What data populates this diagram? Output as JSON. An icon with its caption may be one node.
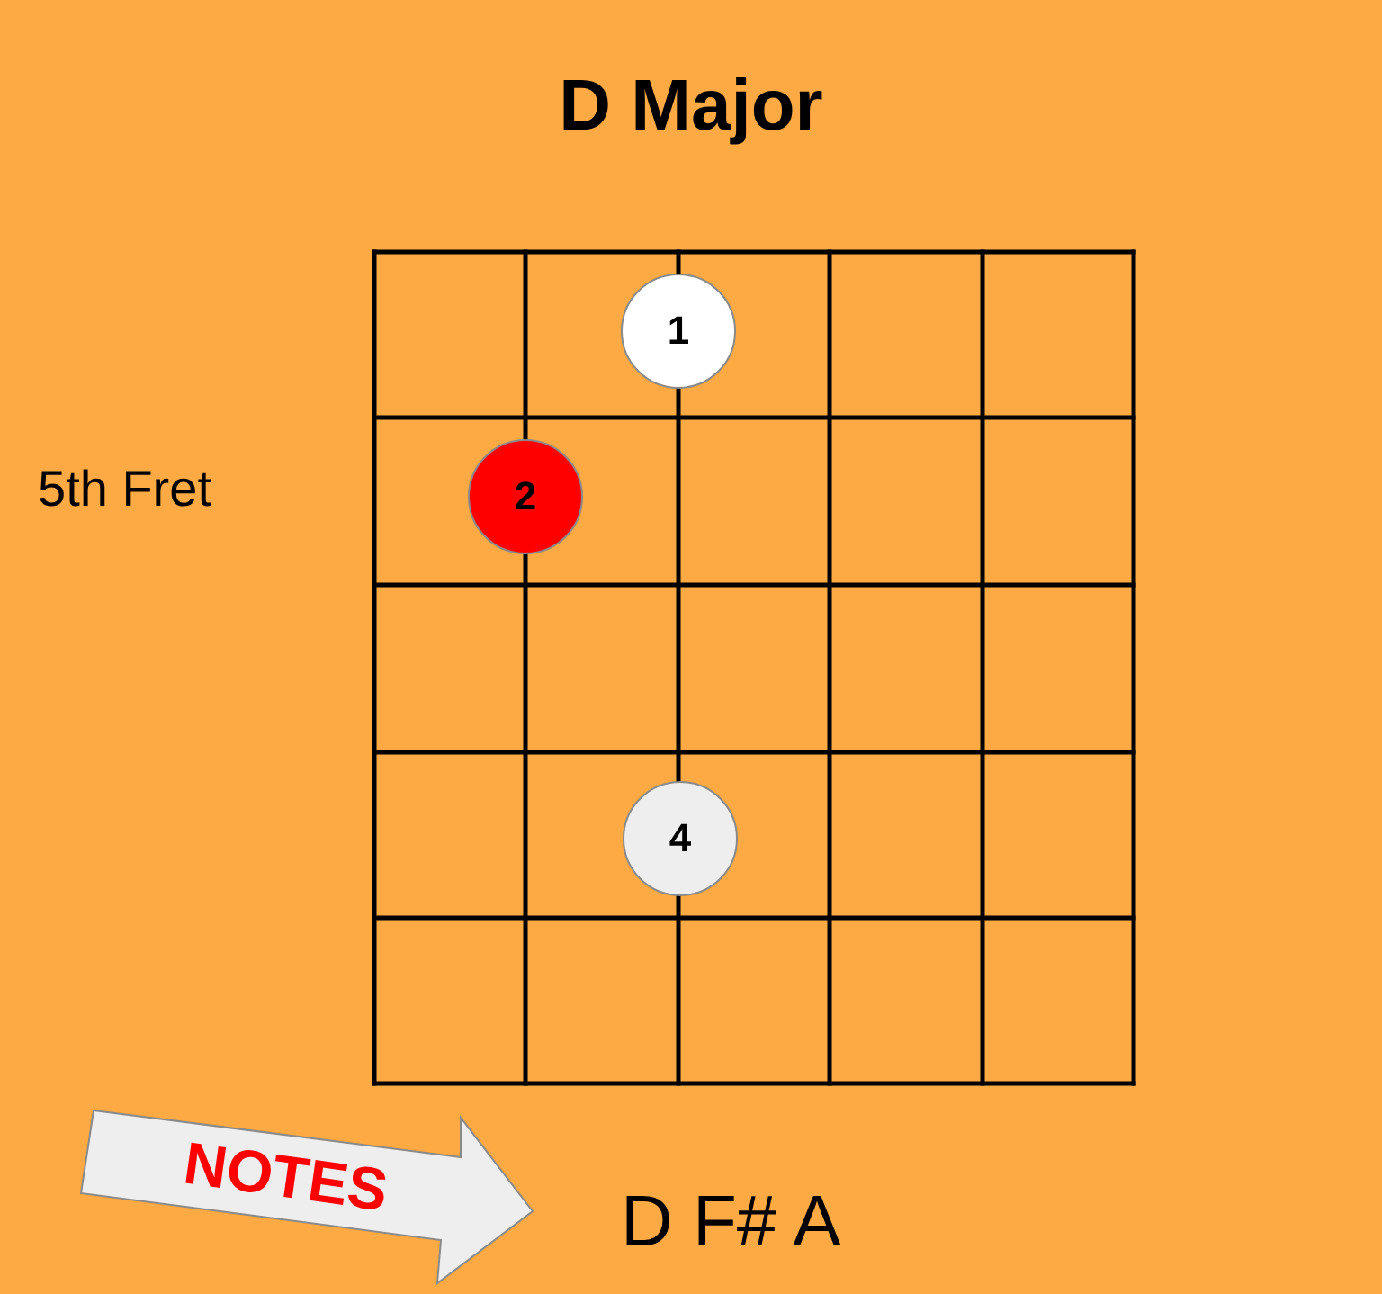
{
  "diagram": {
    "title": "D Major",
    "nodes": [
      {
        "text": [
          "1"
        ]
      },
      {
        "text": [
          "2"
        ]
      },
      {
        "text": [
          "4"
        ]
      },
      {
        "text": [
          "NOTES"
        ]
      }
    ],
    "labels": [
      "5th Fret",
      "D F# A"
    ]
  }
}
